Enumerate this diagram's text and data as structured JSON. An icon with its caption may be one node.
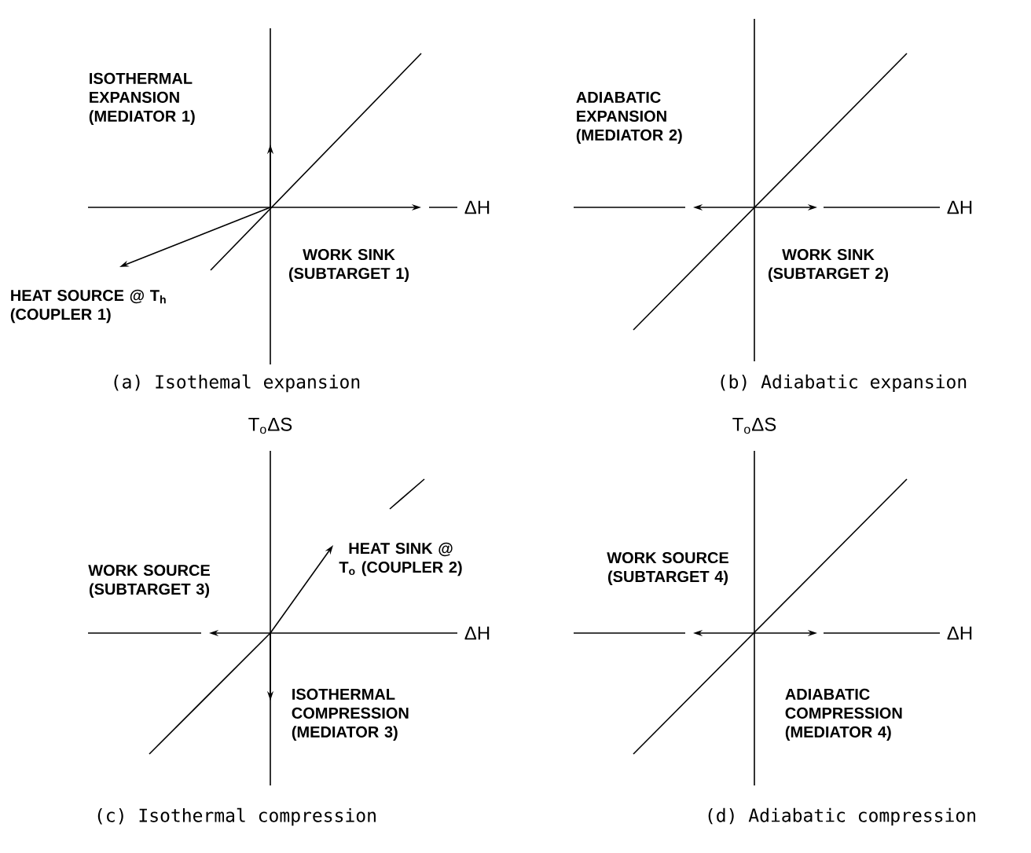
{
  "diagram": {
    "labels": [
      "ISOTHERMAL EXPANSION (MEDIATOR 1)",
      "ΔH",
      "WORK SINK (SUBTARGET 1)",
      "HEAT SOURCE @ T$_{h}$ (COUPLER 1)",
      "(a) Isothemal expansion",
      "ADIABATIC EXPANSION (MEDIATOR 2)",
      "ΔH",
      "WORK SINK (SUBTARGET 2)",
      "(b) Adiabatic expansion",
      "T$_{o}$ΔS",
      "T$_{o}$ΔS",
      "WORK SOURCE (SUBTARGET 3)",
      "HEAT SINK @ T$_{o}$ (COUPLER 2)",
      "ΔH",
      "ISOTHERMAL COMPRESSION (MEDIATOR 3)",
      "WORK SOURCE (SUBTARGET 4)",
      "ΔH",
      "ADIABATIC COMPRESSION (MEDIATOR 4)",
      "(c) Isothermal compression",
      "(d) Adiabatic compression"
    ]
  }
}
